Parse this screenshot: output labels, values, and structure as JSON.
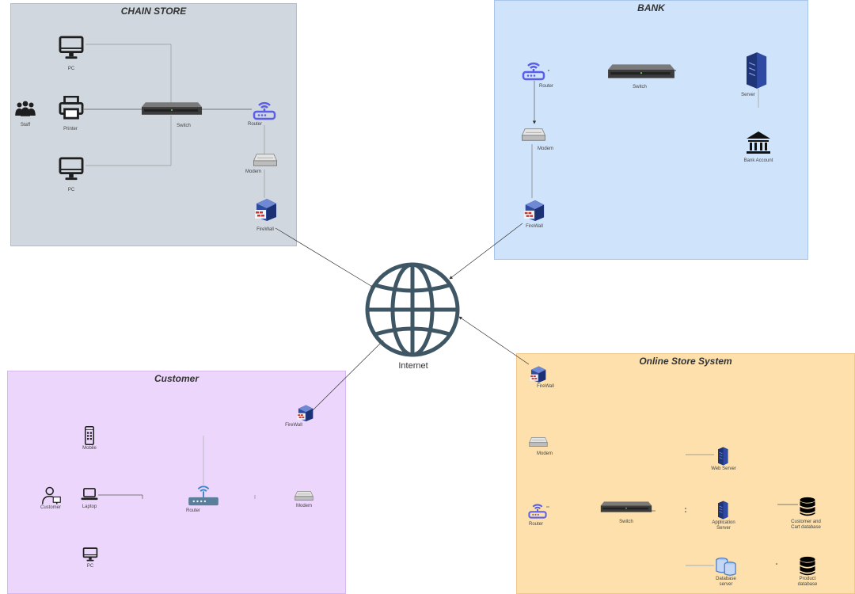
{
  "chain_store": {
    "title": "CHAIN STORE",
    "pc1": "PC",
    "staff": "Staff",
    "printer": "Printer",
    "switch": "Switch",
    "router": "Router",
    "pc2": "PC",
    "modem": "Modem",
    "firewall": "FireWall",
    "bg": "#d0d7df"
  },
  "bank": {
    "title": "BANK",
    "router": "Router",
    "switch": "Switch",
    "server": "Server",
    "modem": "Modem",
    "bank_account": "Bank Account",
    "firewall": "FireWall",
    "bg": "#cfe3fb"
  },
  "internet": {
    "label": "Internet"
  },
  "customer": {
    "title": "Customer",
    "firewall": "FireWall",
    "mobile": "Mobile",
    "customer": "Customer",
    "laptop": "Laptop",
    "router": "Router",
    "modem": "Modem",
    "pc": "PC",
    "bg": "#ecd6fb"
  },
  "online_store": {
    "title": "Online Store System",
    "firewall": "FireWall",
    "modem": "Modem",
    "web_server": "Web Server",
    "router": "Router",
    "switch": "Switch",
    "app_server_line1": "Application",
    "app_server_line2": "Server",
    "cust_db_line1": "Customer and",
    "cust_db_line2": "Cart database",
    "db_server_line1": "Database",
    "db_server_line2": "server",
    "product_db_line1": "Product",
    "product_db_line2": "database",
    "bg": "#fde0ab"
  }
}
